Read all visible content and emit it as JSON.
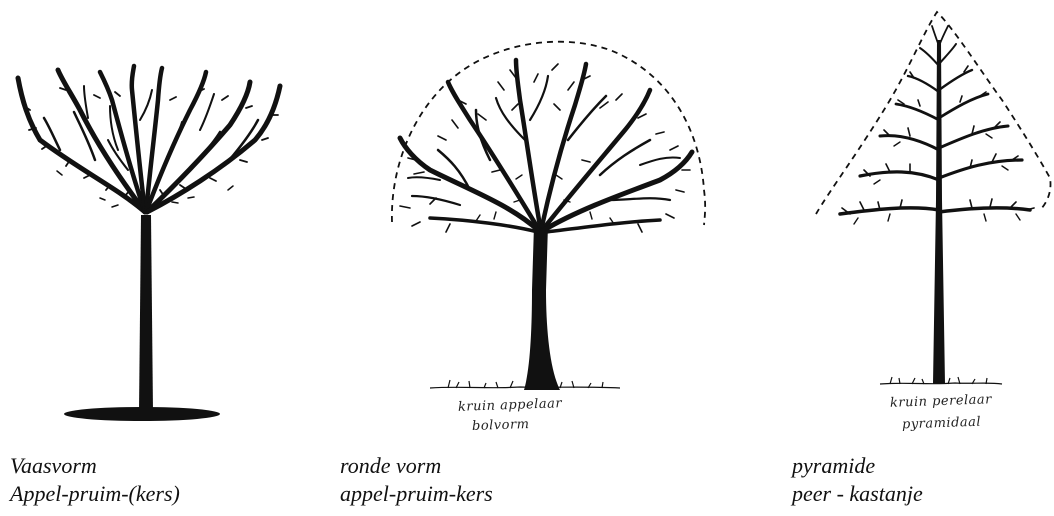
{
  "panels": [
    {
      "caption_line1": "Vaasvorm",
      "caption_line2": "Appel-pruim-(kers)"
    },
    {
      "caption_line1": "ronde vorm",
      "caption_line2": "appel-pruim-kers",
      "handwritten_line1": "kruin appelaar",
      "handwritten_line2": "bolvorm"
    },
    {
      "caption_line1": "pyramide",
      "caption_line2": "peer - kastanje",
      "handwritten_line1": "kruin perelaar",
      "handwritten_line2": "pyramidaal"
    }
  ],
  "colors": {
    "ink": "#111111",
    "background": "#ffffff"
  }
}
